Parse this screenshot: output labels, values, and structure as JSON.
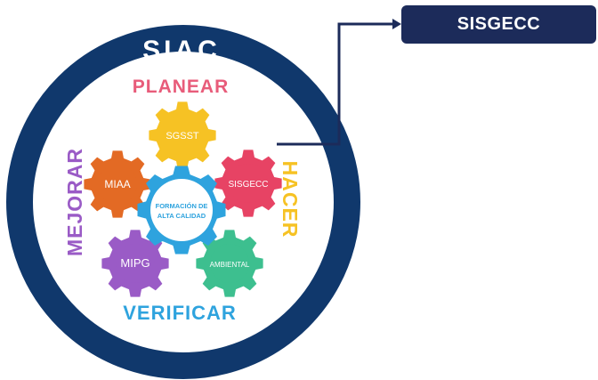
{
  "diagram": {
    "ring_title": "SIAC",
    "labels": {
      "top": "PLANEAR",
      "right": "HACER",
      "bottom": "VERIFICAR",
      "left": "MEJORAR"
    },
    "gears": [
      {
        "id": "sgsst",
        "label": "SGSST",
        "color": "#f6c224"
      },
      {
        "id": "sisgecc",
        "label": "SISGECC",
        "color": "#e74364"
      },
      {
        "id": "ambiental",
        "label": "AMBIENTAL",
        "color": "#3dbf8f"
      },
      {
        "id": "mipg",
        "label": "MIPG",
        "color": "#9a5bc6"
      },
      {
        "id": "miaa",
        "label": "MIAA",
        "color": "#e36a24"
      }
    ],
    "center_gear": {
      "line1": "FORMACIÓN DE",
      "line2": "ALTA CALIDAD",
      "color": "#2ea3de"
    },
    "callout": {
      "label": "SISGECC"
    },
    "colors": {
      "ring": "#10386c",
      "planear": "#e85c7a",
      "hacer": "#f6c224",
      "verificar": "#2ea3de",
      "mejorar": "#9a5bc6",
      "callout_bg": "#1c2b5a"
    }
  }
}
